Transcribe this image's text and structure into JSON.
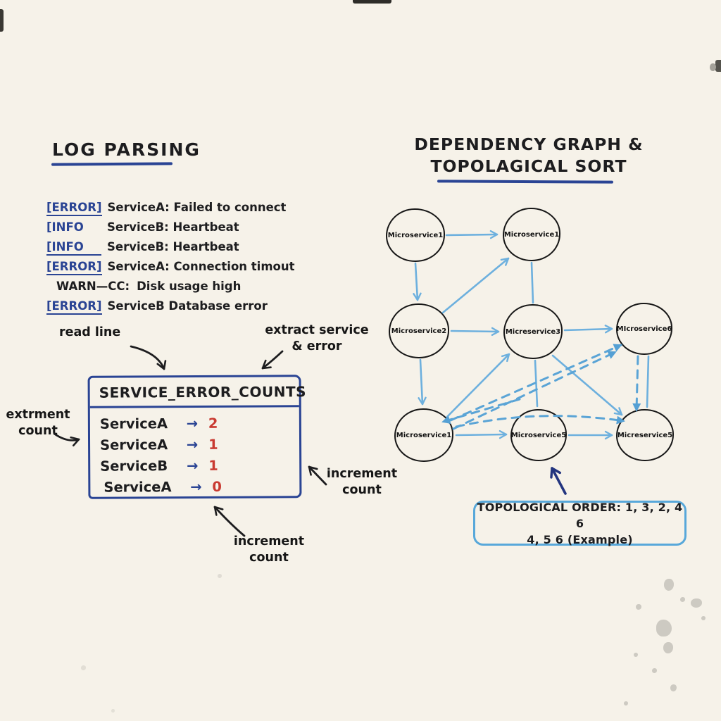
{
  "canvas": {
    "background": "#f6f2e9",
    "ink_color": "#1d1d1f",
    "navy_color": "#2a4494",
    "red_color": "#c93a31",
    "sky_color": "#6db0de",
    "order_box_border": "#58a8da"
  },
  "log_parsing": {
    "title": "LOG PARSING",
    "lines": [
      {
        "level": "[ERROR]",
        "message": "ServiceA: Failed to connect"
      },
      {
        "level": "[INFO",
        "message": "ServiceB: Heartbeat"
      },
      {
        "level": "[INFO",
        "message": "ServiceB: Heartbeat"
      },
      {
        "level": "[ERROR]",
        "message": "ServiceA: Connection timout"
      },
      {
        "level": "WARN—CC:",
        "message": "Disk usage high"
      },
      {
        "level": "[ERROR]",
        "message": "ServiceB Database error"
      }
    ],
    "annotations": {
      "read_line": "read line",
      "extract_line1": "extract service",
      "extract_line2": "& error",
      "extrment_line1": "extrment",
      "extrment_line2": "count",
      "increment_right_line1": "increment",
      "increment_right_line2": "count",
      "increment_bottom_line1": "increment",
      "increment_bottom_line2": "count"
    },
    "counts_table": {
      "title": "SERVICE_ERROR_COUNTS",
      "arrow": "→",
      "rows": [
        {
          "service": "ServiceA",
          "count": "2"
        },
        {
          "service": "ServiceA",
          "count": "1"
        },
        {
          "service": "ServiceB",
          "count": "1"
        },
        {
          "service": "ServiceA",
          "count": "0"
        }
      ]
    }
  },
  "dependency_graph": {
    "title_line1": "DEPENDENCY GRAPH &",
    "title_line2": "TOPOLAGICAL SORT",
    "nodes": [
      {
        "id": "top-left",
        "label": "Microservice1"
      },
      {
        "id": "top-right",
        "label": "Microservice1"
      },
      {
        "id": "mid-left",
        "label": "Microservice2"
      },
      {
        "id": "mid-center",
        "label": "Micreservice3"
      },
      {
        "id": "mid-right",
        "label": "MIcroservice6"
      },
      {
        "id": "bottom-left",
        "label": "Microservice1"
      },
      {
        "id": "bottom-center",
        "label": "Microservice5"
      },
      {
        "id": "bottom-right",
        "label": "Micreservice5"
      }
    ],
    "edges_solid": [
      "top-left → top-right",
      "top-left → mid-left",
      "mid-left → top-right",
      "top-right — mid-center",
      "mid-left → mid-center",
      "mid-center → mid-right",
      "mid-left → bottom-left",
      "bottom-left → mid-center",
      "mid-center — bottom-center",
      "mid-center → bottom-right",
      "bottom-left → bottom-center",
      "bottom-center → bottom-right",
      "mid-right — bottom-right"
    ],
    "edges_dashed": [
      "bottom-left ⇢ mid-right",
      "bottom-left ⇢ mid-right (parallel)",
      "bottom-left ⇢ bottom-right",
      "mid-center ⇢ bottom-left",
      "mid-right ⇢ bottom-right"
    ],
    "order_box": {
      "line1": "TOPOLOGICAL ORDER: 1, 3, 2, 4 6",
      "line2": "4, 5 6 (Example)"
    }
  }
}
